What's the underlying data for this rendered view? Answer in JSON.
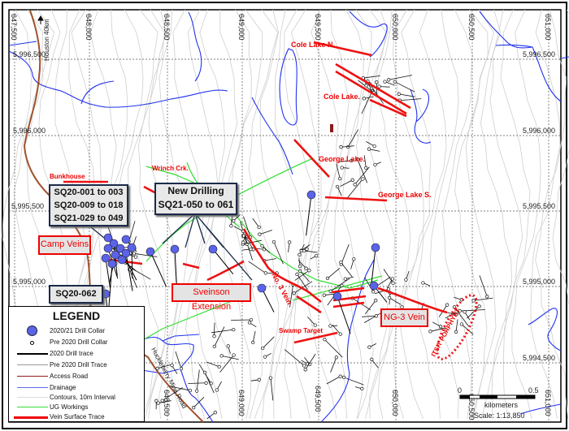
{
  "map": {
    "easting_labels": [
      "647,500",
      "648,000",
      "648,500",
      "649,000",
      "649,500",
      "650,000",
      "650,500",
      "651,000"
    ],
    "northing_labels": [
      "5,996,500",
      "5,996,000",
      "5,995,500",
      "5,995,000",
      "5,994,500"
    ],
    "road_labels": {
      "north": "Houston 40km",
      "south": "Huckleberry Mine Road"
    },
    "vein_labels": {
      "cole_lake_n": "Cole Lake N.",
      "cole_lake": "Cole Lake.",
      "george_lake": "George Lake.",
      "george_lake_s": "George Lake S.",
      "wrinch_crk": "Wrinch Crk.",
      "bunkhouse": "Bunkhouse",
      "no3_vein": "No. 3 Vein",
      "swamp_target": "Swamp Target",
      "itsit_porphyry": "ITSIT PORPHYRY"
    },
    "boxed_labels": {
      "camp_veins": "Camp Veins",
      "sveinson_extension": "Sveinson Extension",
      "ng3_vein": "NG-3 Vein"
    },
    "callouts": {
      "sq20_block": [
        "SQ20-001 to 003",
        "SQ20-009 to 018",
        "SQ21-029 to 049"
      ],
      "new_drilling_title": "New Drilling",
      "new_drilling_range": "SQ21-050 to 061",
      "sq20_062": "SQ20-062"
    },
    "scale_bar": {
      "start": "0",
      "end": "0.5",
      "unit": "kilometers",
      "scale": "Scale: 1:13,850"
    }
  },
  "legend": {
    "title": "LEGEND",
    "items": [
      {
        "label": "2020/21 Drill Collar",
        "color": "#5b63e8"
      },
      {
        "label": "Pre 2020 Drill Collar",
        "color": "#000000"
      },
      {
        "label": "2020 Drill trace",
        "color": "#000000"
      },
      {
        "label": "Pre 2020 Drill Trace",
        "color": "#999999"
      },
      {
        "label": "Access Road",
        "color": "#8b1a1a"
      },
      {
        "label": "Drainage",
        "color": "#5a6cf0"
      },
      {
        "label": "Contours, 10m Interval",
        "color": "#dddddd"
      },
      {
        "label": "UG Workings",
        "color": "#33dd33"
      },
      {
        "label": "Vein Surface Trace",
        "color": "#ee0000"
      }
    ]
  }
}
